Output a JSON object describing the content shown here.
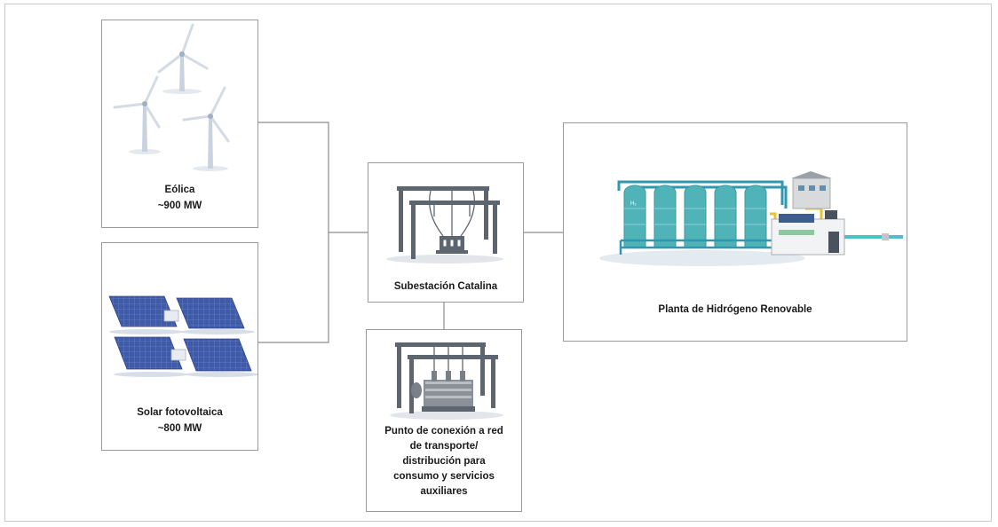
{
  "diagram": {
    "wind": {
      "title": "Eólica",
      "capacity": "~900 MW",
      "icon": "wind-turbines-icon"
    },
    "solar": {
      "title": "Solar fotovoltaica",
      "capacity": "~800 MW",
      "icon": "solar-panels-icon"
    },
    "substation": {
      "title": "Subestación Catalina",
      "icon": "substation-icon"
    },
    "grid": {
      "lines": [
        "Punto de conexión a red",
        "de transporte/",
        "distribución para",
        "consumo y servicios",
        "auxiliares"
      ],
      "icon": "grid-transformer-icon"
    },
    "plant": {
      "title": "Planta de Hidrógeno Renovable",
      "icon": "hydrogen-plant-icon",
      "tank_label": "H₂"
    },
    "colors": {
      "border": "#9a9a9a",
      "connector": "#8c8c8c",
      "steel": "#5d6670",
      "tank": "#4fb3b7",
      "pipe": "#2f97b0",
      "panel": "#3f5aa6"
    }
  }
}
